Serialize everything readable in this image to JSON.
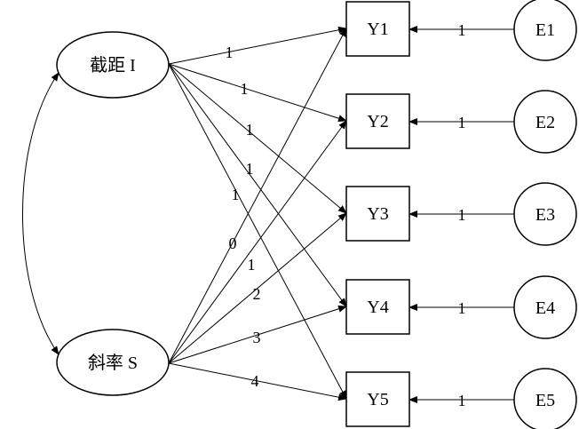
{
  "latent_factors": {
    "intercept": {
      "label": "截距 I"
    },
    "slope": {
      "label": "斜率 S"
    }
  },
  "observed": [
    "Y1",
    "Y2",
    "Y3",
    "Y4",
    "Y5"
  ],
  "errors": [
    "E1",
    "E2",
    "E3",
    "E4",
    "E5"
  ],
  "intercept_loadings": [
    "1",
    "1",
    "1",
    "1",
    "1"
  ],
  "slope_loadings": [
    "0",
    "1",
    "2",
    "3",
    "4"
  ],
  "error_loadings": [
    "1",
    "1",
    "1",
    "1",
    "1"
  ]
}
